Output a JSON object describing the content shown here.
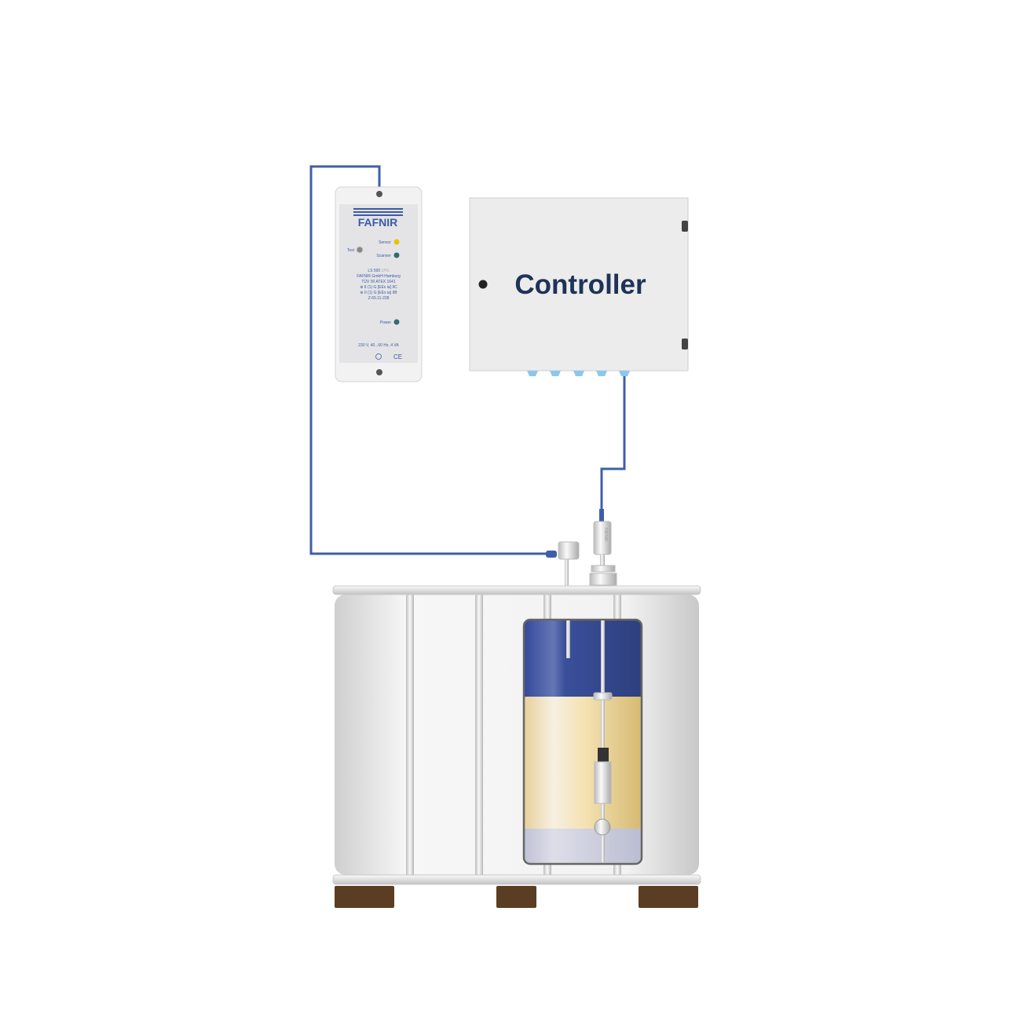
{
  "sensor_unit": {
    "brand": "FAFNIR",
    "led_sensor": "Sensor",
    "led_scanner": "Scanner",
    "test_button": "Test",
    "model": "LS 500",
    "model_suffix": "LPG",
    "lines": [
      "FAFNIR GmbH Hamburg",
      "TÜV 00 ATEX 1641",
      "⊛ II (1) G [EEx ia] IIC",
      "⊛ II (1) G [EEx ia] IIB",
      "Z-65.11-228"
    ],
    "led_power": "Power",
    "rating": "230 V, 40...60 Hz, 4 VA",
    "ce_mark": "CE",
    "colors": {
      "sensor_led": "#e8c300",
      "scanner_led": "#2e6d6d",
      "power_led": "#2e6d6d",
      "brand": "#3d5aa8"
    }
  },
  "controller": {
    "label": "Controller",
    "color": "#1e3358"
  },
  "probe_label": "FAFNIR",
  "tank": {
    "colors": {
      "vapor": "#3a4f9a",
      "product": "#f0dca8",
      "water": "#c8cadc",
      "cable": "#3e5fa8",
      "pallet": "#5a3d22"
    }
  }
}
